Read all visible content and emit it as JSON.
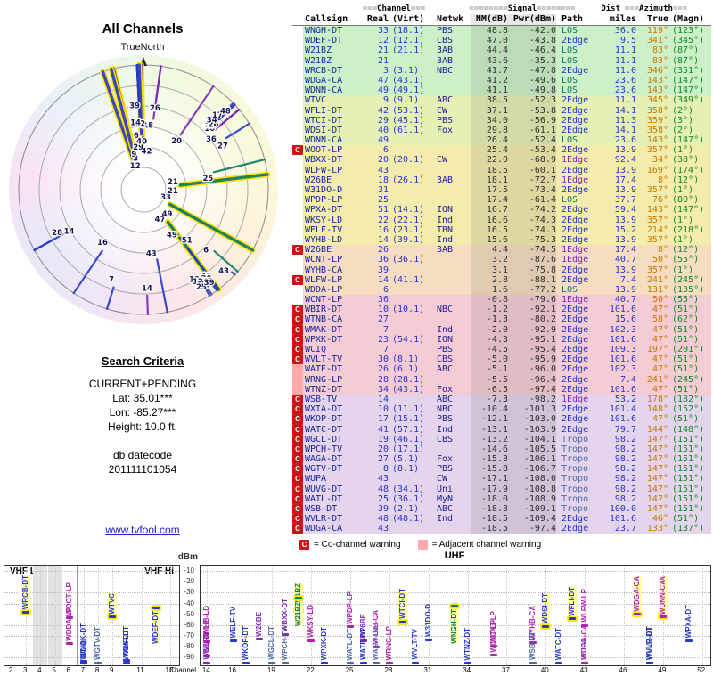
{
  "radar": {
    "title": "All Channels",
    "north": "TrueNorth"
  },
  "search": {
    "title": "Search Criteria",
    "mode": "CURRENT+PENDING",
    "lat": "Lat: 35.01***",
    "lon": "Lon: -85.27***",
    "height": "Height: 10.0 ft.",
    "datecode_label": "db datecode",
    "datecode": "201111101054",
    "link": "www.tvfool.com"
  },
  "header": {
    "eq3": "===",
    "eq8": "========",
    "channel": "Channel",
    "signal": "Signal",
    "dist": "Dist",
    "azimuth": "Azimuth",
    "cols": {
      "callsign": "Callsign",
      "real": "Real",
      "virt": "(Virt)",
      "netwk": "Netwk",
      "nm": "NM(dB)",
      "pwr": "Pwr(dBm)",
      "path": "Path",
      "miles": "miles",
      "true": "True",
      "magn": "(Magn)"
    }
  },
  "legend": {
    "c": "C",
    "c_text": "= Co-channel warning",
    "a": "",
    "a_text": "= Adjacent channel warning"
  },
  "charts": {
    "dbm": "dBm",
    "vhf_lo": "VHF Lo",
    "vhf_hi": "VHF Hi",
    "uhf": "UHF",
    "channel": "Channel",
    "y_ticks": [
      "-10",
      "-20",
      "-30",
      "-40",
      "-50",
      "-60",
      "-70",
      "-80",
      "-90"
    ],
    "vhf_ticks": [
      "2",
      "3",
      "4",
      "5",
      "6",
      "7",
      "8",
      "9",
      "11",
      "13"
    ],
    "uhf_ticks": [
      "14",
      "16",
      "19",
      "22",
      "25",
      "28",
      "31",
      "34",
      "37",
      "40",
      "43",
      "46",
      "49",
      "52"
    ],
    "vhf_gray": [
      4,
      5
    ]
  },
  "chart_data": {
    "type": "scatter",
    "title": "All Channels",
    "ylabel": "dBm",
    "ylim": [
      -110,
      -35
    ],
    "x_is": "RF channel",
    "stations": [
      {
        "w": "",
        "c": "WNGH-DT",
        "r": "33",
        "v": "(18.1)",
        "n": "PBS",
        "nm": "48.8",
        "p": "-42.0",
        "pa": "LOS",
        "mi": "36.0",
        "t": "119°",
        "m": "(123°)"
      },
      {
        "w": "",
        "c": "WDEF-DT",
        "r": "12",
        "v": "(12.1)",
        "n": "CBS",
        "nm": "47.0",
        "p": "-43.8",
        "pa": "2Edge",
        "mi": "9.5",
        "t": "341°",
        "m": "(345°)"
      },
      {
        "w": "",
        "c": "W21BZ",
        "r": "21",
        "v": "(21.1)",
        "n": "3AB",
        "nm": "44.4",
        "p": "-46.4",
        "pa": "LOS",
        "mi": "11.1",
        "t": "83°",
        "m": "(87°)"
      },
      {
        "w": "",
        "c": "W21BZ",
        "r": "21",
        "v": "",
        "n": "3AB",
        "nm": "43.6",
        "p": "-35.3",
        "pa": "LOS",
        "mi": "11.1",
        "t": "83°",
        "m": "(87°)"
      },
      {
        "w": "",
        "c": "WRCB-DT",
        "r": "3",
        "v": "(3.1)",
        "n": "NBC",
        "nm": "41.7",
        "p": "-47.8",
        "pa": "2Edge",
        "mi": "11.0",
        "t": "346°",
        "m": "(351°)"
      },
      {
        "w": "",
        "c": "WDGA-CA",
        "r": "47",
        "v": "(43.1)",
        "n": "",
        "nm": "41.2",
        "p": "-49.6",
        "pa": "LOS",
        "mi": "23.6",
        "t": "143°",
        "m": "(147°)"
      },
      {
        "w": "",
        "c": "WDNN-CA",
        "r": "49",
        "v": "(49.1)",
        "n": "",
        "nm": "41.1",
        "p": "-49.8",
        "pa": "LOS",
        "mi": "23.6",
        "t": "143°",
        "m": "(147°)"
      },
      {
        "w": "",
        "c": "WTVC",
        "r": "9",
        "v": "(9.1)",
        "n": "ABC",
        "nm": "38.5",
        "p": "-52.3",
        "pa": "2Edge",
        "mi": "11.1",
        "t": "345°",
        "m": "(349°)"
      },
      {
        "w": "",
        "c": "WFLI-DT",
        "r": "42",
        "v": "(53.1)",
        "n": "CW",
        "nm": "37.1",
        "p": "-53.8",
        "pa": "2Edge",
        "mi": "14.1",
        "t": "358°",
        "m": "(2°)"
      },
      {
        "w": "",
        "c": "WTCI-DT",
        "r": "29",
        "v": "(45.1)",
        "n": "PBS",
        "nm": "34.0",
        "p": "-56.9",
        "pa": "2Edge",
        "mi": "11.3",
        "t": "359°",
        "m": "(3°)"
      },
      {
        "w": "",
        "c": "WDSI-DT",
        "r": "40",
        "v": "(61.1)",
        "n": "Fox",
        "nm": "29.8",
        "p": "-61.1",
        "pa": "2Edge",
        "mi": "14.1",
        "t": "358°",
        "m": "(2°)"
      },
      {
        "w": "",
        "c": "WDNN-CA",
        "r": "49",
        "v": "",
        "n": "",
        "nm": "26.4",
        "p": "-52.4",
        "pa": "LOS",
        "mi": "23.6",
        "t": "143°",
        "m": "(147°)"
      },
      {
        "w": "C",
        "c": "WOOT-LP",
        "r": "6",
        "v": "",
        "n": "",
        "nm": "25.4",
        "p": "-53.4",
        "pa": "2Edge",
        "mi": "13.9",
        "t": "357°",
        "m": "(1°)"
      },
      {
        "w": "",
        "c": "WBXX-DT",
        "r": "20",
        "v": "(20.1)",
        "n": "CW",
        "nm": "22.0",
        "p": "-68.9",
        "pa": "1Edge",
        "mi": "92.4",
        "t": "34°",
        "m": "(38°)"
      },
      {
        "w": "",
        "c": "WLFW-LP",
        "r": "43",
        "v": "",
        "n": "",
        "nm": "18.5",
        "p": "-60.1",
        "pa": "2Edge",
        "mi": "13.9",
        "t": "169°",
        "m": "(174°)"
      },
      {
        "w": "",
        "c": "W26BE",
        "r": "18",
        "v": "(26.1)",
        "n": "3AB",
        "nm": "18.1",
        "p": "-72.7",
        "pa": "1Edge",
        "mi": "17.4",
        "t": "8°",
        "m": "(12°)"
      },
      {
        "w": "",
        "c": "W31DO-D",
        "r": "31",
        "v": "",
        "n": "",
        "nm": "17.5",
        "p": "-73.4",
        "pa": "2Edge",
        "mi": "13.9",
        "t": "357°",
        "m": "(1°)"
      },
      {
        "w": "",
        "c": "WPDP-LP",
        "r": "25",
        "v": "",
        "n": "",
        "nm": "17.4",
        "p": "-61.4",
        "pa": "LOS",
        "mi": "37.7",
        "t": "76°",
        "m": "(80°)"
      },
      {
        "w": "",
        "c": "WPXA-DT",
        "r": "51",
        "v": "(14.1)",
        "n": "ION",
        "nm": "16.7",
        "p": "-74.2",
        "pa": "2Edge",
        "mi": "59.4",
        "t": "143°",
        "m": "(147°)"
      },
      {
        "w": "",
        "c": "WKSY-LD",
        "r": "22",
        "v": "(22.1)",
        "n": "Ind",
        "nm": "16.6",
        "p": "-74.3",
        "pa": "2Edge",
        "mi": "13.9",
        "t": "357°",
        "m": "(1°)"
      },
      {
        "w": "",
        "c": "WELF-TV",
        "r": "16",
        "v": "(23.1)",
        "n": "TBN",
        "nm": "16.5",
        "p": "-74.3",
        "pa": "2Edge",
        "mi": "15.2",
        "t": "214°",
        "m": "(218°)"
      },
      {
        "w": "",
        "c": "WYHB-LD",
        "r": "14",
        "v": "(39.1)",
        "n": "Ind",
        "nm": "15.6",
        "p": "-75.3",
        "pa": "2Edge",
        "mi": "13.9",
        "t": "357°",
        "m": "(1°)"
      },
      {
        "w": "C",
        "c": "W26BE",
        "r": "26",
        "v": "",
        "n": "3AB",
        "nm": "4.4",
        "p": "-74.5",
        "pa": "1Edge",
        "mi": "17.4",
        "t": "8°",
        "m": "(12°)"
      },
      {
        "w": "",
        "c": "WCNT-LP",
        "r": "36",
        "v": "(36.1)",
        "n": "",
        "nm": "3.2",
        "p": "-87.6",
        "pa": "1Edge",
        "mi": "40.7",
        "t": "50°",
        "m": "(55°)"
      },
      {
        "w": "",
        "c": "WYHB-CA",
        "r": "39",
        "v": "",
        "n": "",
        "nm": "3.1",
        "p": "-75.8",
        "pa": "2Edge",
        "mi": "13.9",
        "t": "357°",
        "m": "(1°)"
      },
      {
        "w": "C",
        "c": "WLFW-LP",
        "r": "14",
        "v": "(41.1)",
        "n": "",
        "nm": "2.8",
        "p": "-88.1",
        "pa": "2Edge",
        "mi": "7.4",
        "t": "241°",
        "m": "(245°)"
      },
      {
        "w": "",
        "c": "WDDA-LP",
        "r": "6",
        "v": "",
        "n": "",
        "nm": "1.6",
        "p": "-77.2",
        "pa": "LOS",
        "mi": "13.9",
        "t": "131°",
        "m": "(135°)"
      },
      {
        "w": "",
        "c": "WCNT-LP",
        "r": "36",
        "v": "",
        "n": "",
        "nm": "-0.8",
        "p": "-79.6",
        "pa": "1Edge",
        "mi": "40.7",
        "t": "50°",
        "m": "(55°)"
      },
      {
        "w": "C",
        "c": "WBIR-DT",
        "r": "10",
        "v": "(10.1)",
        "n": "NBC",
        "nm": "-1.2",
        "p": "-92.1",
        "pa": "2Edge",
        "mi": "101.6",
        "t": "47°",
        "m": "(51°)"
      },
      {
        "w": "C",
        "c": "WTNB-CA",
        "r": "27",
        "v": "",
        "n": "",
        "nm": "-1.3",
        "p": "-80.2",
        "pa": "2Edge",
        "mi": "15.6",
        "t": "58°",
        "m": "(62°)"
      },
      {
        "w": "C",
        "c": "WMAK-DT",
        "r": "7",
        "v": "",
        "n": "Ind",
        "nm": "-2.0",
        "p": "-92.9",
        "pa": "2Edge",
        "mi": "102.3",
        "t": "47°",
        "m": "(51°)"
      },
      {
        "w": "C",
        "c": "WPXK-DT",
        "r": "23",
        "v": "(54.1)",
        "n": "ION",
        "nm": "-4.3",
        "p": "-95.1",
        "pa": "2Edge",
        "mi": "101.6",
        "t": "47°",
        "m": "(51°)"
      },
      {
        "w": "C",
        "c": "WCIQ",
        "r": "7",
        "v": "",
        "n": "PBS",
        "nm": "-4.5",
        "p": "-95.4",
        "pa": "2Edge",
        "mi": "109.3",
        "t": "197°",
        "m": "(201°)"
      },
      {
        "w": "C",
        "c": "WVLT-TV",
        "r": "30",
        "v": "(8.1)",
        "n": "CBS",
        "nm": "-5.0",
        "p": "-95.9",
        "pa": "2Edge",
        "mi": "101.6",
        "t": "47°",
        "m": "(51°)"
      },
      {
        "w": "A",
        "c": "WATE-DT",
        "r": "26",
        "v": "(6.1)",
        "n": "ABC",
        "nm": "-5.1",
        "p": "-96.0",
        "pa": "2Edge",
        "mi": "102.3",
        "t": "47°",
        "m": "(51°)"
      },
      {
        "w": "A",
        "c": "WRNG-LP",
        "r": "28",
        "v": "(28.1)",
        "n": "",
        "nm": "-5.5",
        "p": "-96.4",
        "pa": "2Edge",
        "mi": "7.4",
        "t": "241°",
        "m": "(245°)"
      },
      {
        "w": "A",
        "c": "WTNZ-DT",
        "r": "34",
        "v": "(43.1)",
        "n": "Fox",
        "nm": "-6.5",
        "p": "-97.4",
        "pa": "2Edge",
        "mi": "101.6",
        "t": "47°",
        "m": "(51°)"
      },
      {
        "w": "C",
        "c": "WSB-TV",
        "r": "14",
        "v": "",
        "n": "ABC",
        "nm": "-7.3",
        "p": "-98.2",
        "pa": "1Edge",
        "mi": "53.2",
        "t": "178°",
        "m": "(182°)"
      },
      {
        "w": "C",
        "c": "WXIA-DT",
        "r": "10",
        "v": "(11.1)",
        "n": "NBC",
        "nm": "-10.4",
        "p": "-101.3",
        "pa": "2Edge",
        "mi": "101.4",
        "t": "148°",
        "m": "(152°)"
      },
      {
        "w": "C",
        "c": "WKOP-DT",
        "r": "17",
        "v": "(15.1)",
        "n": "PBS",
        "nm": "-12.1",
        "p": "-103.0",
        "pa": "2Edge",
        "mi": "101.6",
        "t": "47°",
        "m": "(51°)"
      },
      {
        "w": "C",
        "c": "WATC-DT",
        "r": "41",
        "v": "(57.1)",
        "n": "Ind",
        "nm": "-13.1",
        "p": "-103.9",
        "pa": "2Edge",
        "mi": "79.7",
        "t": "144°",
        "m": "(148°)"
      },
      {
        "w": "C",
        "c": "WGCL-DT",
        "r": "19",
        "v": "(46.1)",
        "n": "CBS",
        "nm": "-13.2",
        "p": "-104.1",
        "pa": "Tropo",
        "mi": "98.2",
        "t": "147°",
        "m": "(151°)"
      },
      {
        "w": "C",
        "c": "WPCH-TV",
        "r": "20",
        "v": "(17.1)",
        "n": "",
        "nm": "-14.6",
        "p": "-105.5",
        "pa": "Tropo",
        "mi": "98.2",
        "t": "147°",
        "m": "(151°)"
      },
      {
        "w": "C",
        "c": "WAGA-DT",
        "r": "27",
        "v": "(5.1)",
        "n": "Fox",
        "nm": "-15.3",
        "p": "-106.1",
        "pa": "Tropo",
        "mi": "98.2",
        "t": "147°",
        "m": "(151°)"
      },
      {
        "w": "C",
        "c": "WGTV-DT",
        "r": "8",
        "v": "(8.1)",
        "n": "PBS",
        "nm": "-15.8",
        "p": "-106.7",
        "pa": "Tropo",
        "mi": "98.2",
        "t": "147°",
        "m": "(151°)"
      },
      {
        "w": "C",
        "c": "WUPA",
        "r": "43",
        "v": "",
        "n": "CW",
        "nm": "-17.1",
        "p": "-108.0",
        "pa": "Tropo",
        "mi": "98.2",
        "t": "147°",
        "m": "(151°)"
      },
      {
        "w": "C",
        "c": "WUVG-DT",
        "r": "48",
        "v": "(34.1)",
        "n": "Uni",
        "nm": "-17.9",
        "p": "-108.8",
        "pa": "Tropo",
        "mi": "98.2",
        "t": "147°",
        "m": "(151°)"
      },
      {
        "w": "C",
        "c": "WATL-DT",
        "r": "25",
        "v": "(36.1)",
        "n": "MyN",
        "nm": "-18.0",
        "p": "-108.9",
        "pa": "Tropo",
        "mi": "98.2",
        "t": "147°",
        "m": "(151°)"
      },
      {
        "w": "C",
        "c": "WSB-DT",
        "r": "39",
        "v": "(2.1)",
        "n": "ABC",
        "nm": "-18.3",
        "p": "-109.1",
        "pa": "Tropo",
        "mi": "100.0",
        "t": "147°",
        "m": "(151°)"
      },
      {
        "w": "C",
        "c": "WVLR-DT",
        "r": "48",
        "v": "(48.1)",
        "n": "Ind",
        "nm": "-18.5",
        "p": "-109.4",
        "pa": "2Edge",
        "mi": "101.6",
        "t": "46°",
        "m": "(51°)"
      },
      {
        "w": "C",
        "c": "WDGA-CA",
        "r": "43",
        "v": "",
        "n": "",
        "nm": "-18.5",
        "p": "-97.4",
        "pa": "2Edge",
        "mi": "23.7",
        "t": "133°",
        "m": "(137°)"
      }
    ]
  }
}
